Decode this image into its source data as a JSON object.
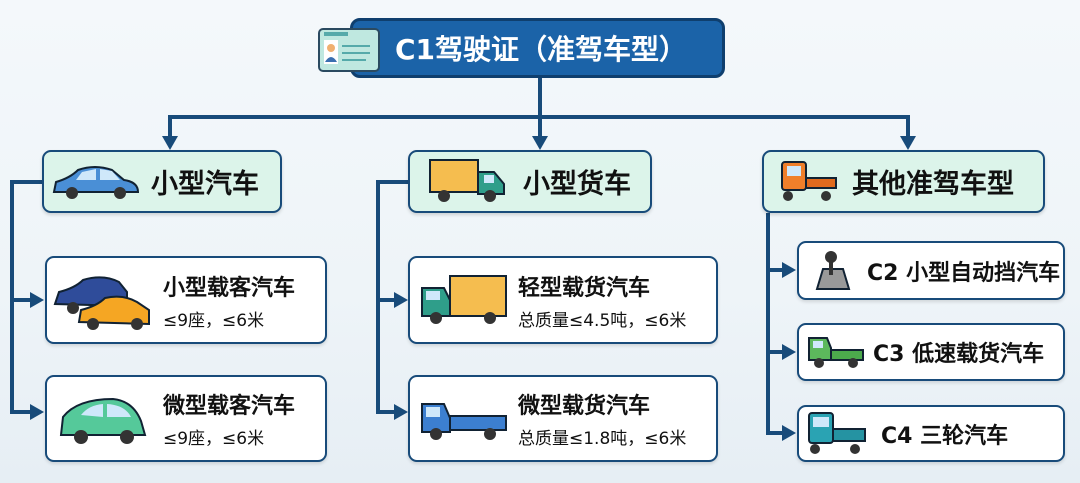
{
  "root": {
    "title": "C1驾驶证（准驾车型）",
    "icon": "id-card-icon"
  },
  "categories": [
    {
      "label": "小型汽车",
      "icon": "sedan-icon",
      "items": [
        {
          "title": "小型载客汽车",
          "sub": "≤9座，≤6米",
          "icon": "cars-icon"
        },
        {
          "title": "微型载客汽车",
          "sub": "≤9座，≤6米",
          "icon": "mini-car-icon"
        }
      ]
    },
    {
      "label": "小型货车",
      "icon": "box-truck-icon",
      "items": [
        {
          "title": "轻型载货汽车",
          "sub": "总质量≤4.5吨，≤6米",
          "icon": "light-truck-icon"
        },
        {
          "title": "微型载货汽车",
          "sub": "总质量≤1.8吨，≤6米",
          "icon": "pickup-truck-icon"
        }
      ]
    },
    {
      "label": "其他准驾车型",
      "icon": "tricycle-icon",
      "items": [
        {
          "title": "C2 小型自动挡汽车",
          "icon": "gear-shifter-icon"
        },
        {
          "title": "C3 低速载货汽车",
          "icon": "low-speed-truck-icon"
        },
        {
          "title": "C4 三轮汽车",
          "icon": "three-wheeler-icon"
        }
      ]
    }
  ],
  "colors": {
    "primary": "#1b63a8",
    "border": "#184b7a",
    "category_fill": "#dcf4ea"
  }
}
